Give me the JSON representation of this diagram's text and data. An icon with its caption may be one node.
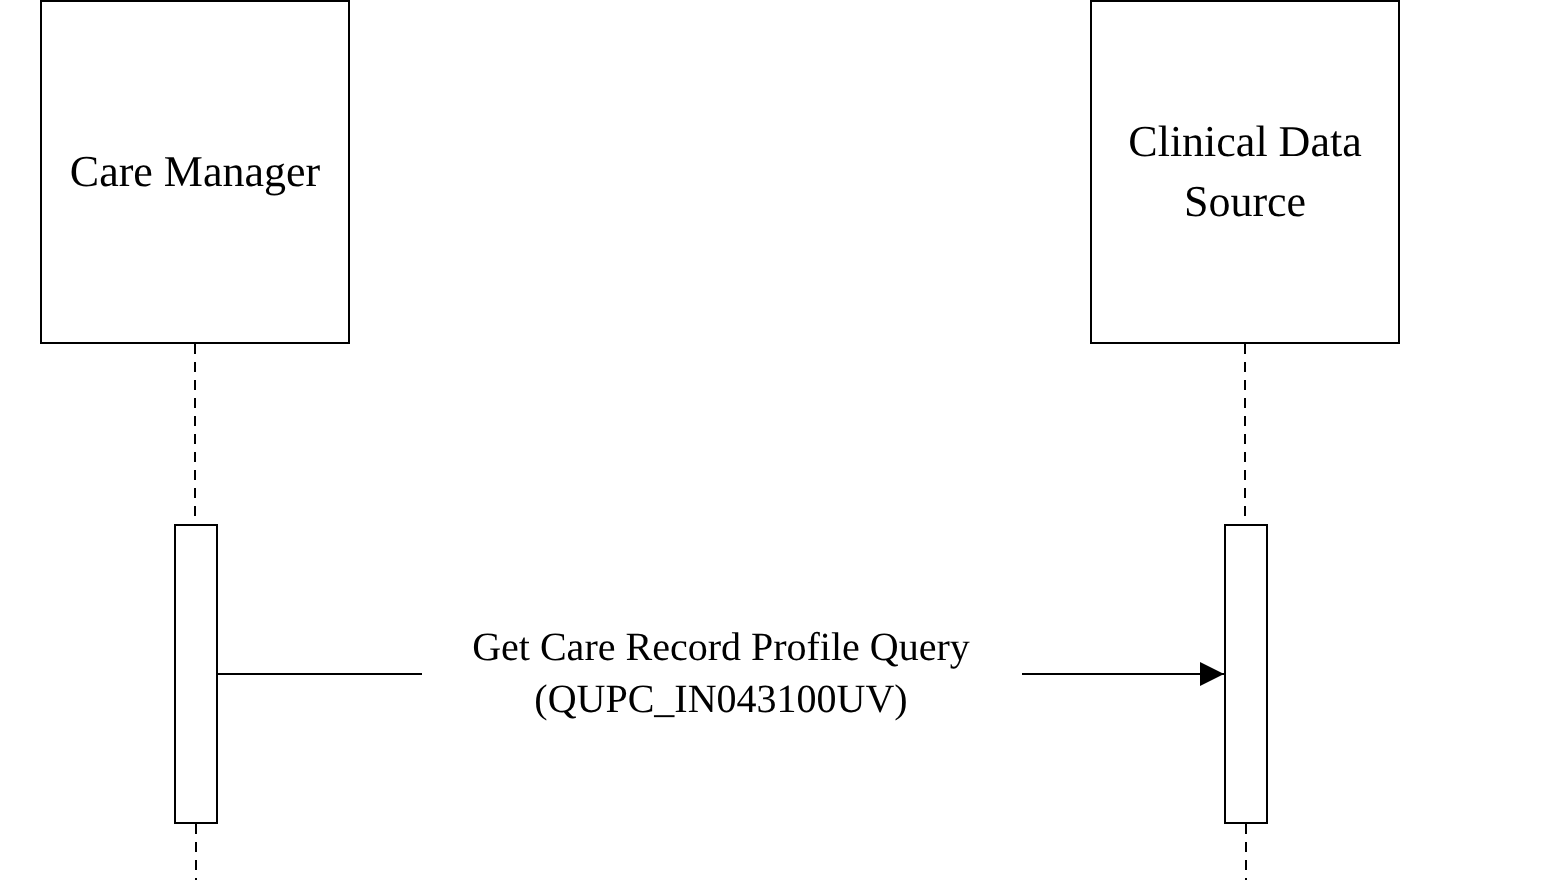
{
  "diagram": {
    "nodes": [
      {
        "text": [
          "Care Manager"
        ]
      },
      {
        "text": [
          "Clinical Data Source"
        ]
      },
      {
        "text": [],
        "shape": "bar"
      },
      {
        "text": [],
        "shape": "bar"
      }
    ],
    "edges": [
      {
        "from": 0,
        "to": 2,
        "arrow": "none",
        "style": "dashed"
      },
      {
        "from": 1,
        "to": 3,
        "arrow": "none",
        "style": "dashed"
      },
      {
        "from": 2,
        "to": 3,
        "arrow": "to",
        "label": "Get Care Record Profile Query (QUPC_IN043100UV)"
      },
      {
        "from": 2,
        "to": null,
        "arrow": "none",
        "style": "dashed"
      },
      {
        "from": 3,
        "to": null,
        "arrow": "none",
        "style": "dashed"
      }
    ]
  }
}
